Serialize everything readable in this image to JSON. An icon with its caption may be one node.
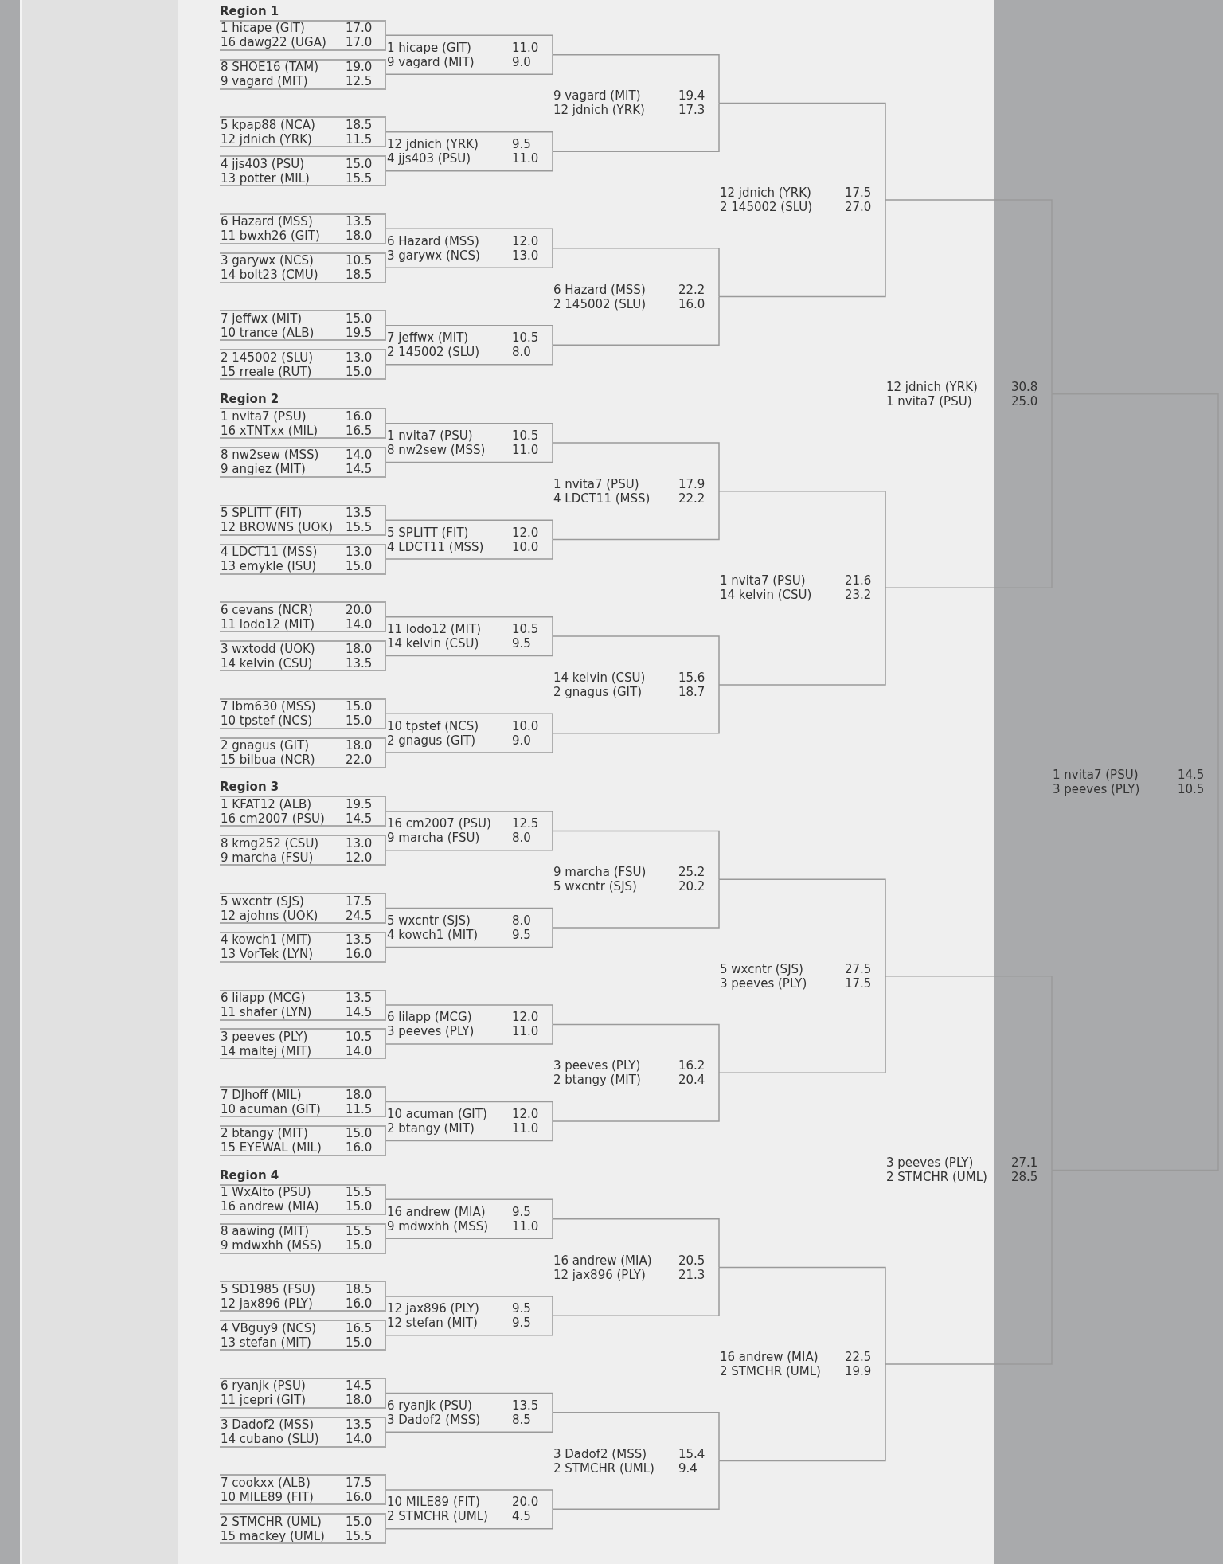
{
  "diagram": {
    "nodes": [
      {
        "text": [
          "1 hicape (GIT)",
          "17.0",
          "16 dawg22 (UGA)",
          "17.0"
        ]
      },
      {
        "text": [
          "8 SHOE16 (TAM)",
          "19.0",
          "9 vagard (MIT)",
          "12.5"
        ]
      },
      {
        "text": [
          "5 kpap88 (NCA)",
          "18.5",
          "12 jdnich (YRK)",
          "11.5"
        ]
      },
      {
        "text": [
          "4 jjs403 (PSU)",
          "15.0",
          "13 potter (MIL)",
          "15.5"
        ]
      },
      {
        "text": [
          "6 Hazard (MSS)",
          "13.5",
          "11 bwxh26 (GIT)",
          "18.0"
        ]
      },
      {
        "text": [
          "3 garywx (NCS)",
          "10.5",
          "14 bolt23 (CMU)",
          "18.5"
        ]
      },
      {
        "text": [
          "7 jeffwx (MIT)",
          "15.0",
          "10 trance (ALB)",
          "19.5"
        ]
      },
      {
        "text": [
          "2 145002 (SLU)",
          "13.0",
          "15 rreale (RUT)",
          "15.0"
        ]
      },
      {
        "text": [
          "1 nvita7 (PSU)",
          "16.0",
          "16 xTNTxx (MIL)",
          "16.5"
        ]
      },
      {
        "text": [
          "8 nw2sew (MSS)",
          "14.0",
          "9 angiez (MIT)",
          "14.5"
        ]
      },
      {
        "text": [
          "5 SPLITT (FIT)",
          "13.5",
          "12 BROWNS (UOK)",
          "15.5"
        ]
      },
      {
        "text": [
          "4 LDCT11 (MSS)",
          "13.0",
          "13 emykle (ISU)",
          "15.0"
        ]
      },
      {
        "text": [
          "6 cevans (NCR)",
          "20.0",
          "11 lodo12 (MIT)",
          "14.0"
        ]
      },
      {
        "text": [
          "3 wxtodd (UOK)",
          "18.0",
          "14 kelvin (CSU)",
          "13.5"
        ]
      },
      {
        "text": [
          "7 lbm630 (MSS)",
          "15.0",
          "10 tpstef (NCS)",
          "15.0"
        ]
      },
      {
        "text": [
          "2 gnagus (GIT)",
          "18.0",
          "15 bilbua (NCR)",
          "22.0"
        ]
      },
      {
        "text": [
          "1 KFAT12 (ALB)",
          "19.5",
          "16 cm2007 (PSU)",
          "14.5"
        ]
      },
      {
        "text": [
          "8 kmg252 (CSU)",
          "13.0",
          "9 marcha (FSU)",
          "12.0"
        ]
      },
      {
        "text": [
          "5 wxcntr (SJS)",
          "17.5",
          "12 ajohns (UOK)",
          "24.5"
        ]
      },
      {
        "text": [
          "4 kowch1 (MIT)",
          "13.5",
          "13 VorTek (LYN)",
          "16.0"
        ]
      },
      {
        "text": [
          "6 lilapp (MCG)",
          "13.5",
          "11 shafer (LYN)",
          "14.5"
        ]
      },
      {
        "text": [
          "3 peeves (PLY)",
          "10.5",
          "14 maltej (MIT)",
          "14.0"
        ]
      },
      {
        "text": [
          "7 DJhoff (MIL)",
          "18.0",
          "10 acuman (GIT)",
          "11.5"
        ]
      },
      {
        "text": [
          "2 btangy (MIT)",
          "15.0",
          "15 EYEWAL (MIL)",
          "16.0"
        ]
      },
      {
        "text": [
          "1 WxAlto (PSU)",
          "15.5",
          "16 andrew (MIA)",
          "15.0"
        ]
      },
      {
        "text": [
          "8 aawing (MIT)",
          "15.5",
          "9 mdwxhh (MSS)",
          "15.0"
        ]
      },
      {
        "text": [
          "5 SD1985 (FSU)",
          "18.5",
          "12 jax896 (PLY)",
          "16.0"
        ]
      },
      {
        "text": [
          "4 VBguy9 (NCS)",
          "16.5",
          "13 stefan (MIT)",
          "15.0"
        ]
      },
      {
        "text": [
          "6 ryanjk (PSU)",
          "14.5",
          "11 jcepri (GIT)",
          "18.0"
        ]
      },
      {
        "text": [
          "3 Dadof2 (MSS)",
          "13.5",
          "14 cubano (SLU)",
          "14.0"
        ]
      },
      {
        "text": [
          "7 cookxx (ALB)",
          "17.5",
          "10 MILE89 (FIT)",
          "16.0"
        ]
      },
      {
        "text": [
          "2 STMCHR (UML)",
          "15.0",
          "15 mackey (UML)",
          "15.5"
        ]
      },
      {
        "text": [
          "1 hicape (GIT)",
          "11.0",
          "9 vagard (MIT)",
          "9.0"
        ]
      },
      {
        "text": [
          "12 jdnich (YRK)",
          "9.5",
          "4 jjs403 (PSU)",
          "11.0"
        ]
      },
      {
        "text": [
          "6 Hazard (MSS)",
          "12.0",
          "3 garywx (NCS)",
          "13.0"
        ]
      },
      {
        "text": [
          "7 jeffwx (MIT)",
          "10.5",
          "2 145002 (SLU)",
          "8.0"
        ]
      },
      {
        "text": [
          "1 nvita7 (PSU)",
          "10.5",
          "8 nw2sew (MSS)",
          "11.0"
        ]
      },
      {
        "text": [
          "5 SPLITT (FIT)",
          "12.0",
          "4 LDCT11 (MSS)",
          "10.0"
        ]
      },
      {
        "text": [
          "11 lodo12 (MIT)",
          "10.5",
          "14 kelvin (CSU)",
          "9.5"
        ]
      },
      {
        "text": [
          "10 tpstef (NCS)",
          "10.0",
          "2 gnagus (GIT)",
          "9.0"
        ]
      },
      {
        "text": [
          "16 cm2007 (PSU)",
          "12.5",
          "9 marcha (FSU)",
          "8.0"
        ]
      },
      {
        "text": [
          "5 wxcntr (SJS)",
          "8.0",
          "4 kowch1 (MIT)",
          "9.5"
        ]
      },
      {
        "text": [
          "6 lilapp (MCG)",
          "12.0",
          "3 peeves (PLY)",
          "11.0"
        ]
      },
      {
        "text": [
          "10 acuman (GIT)",
          "12.0",
          "2 btangy (MIT)",
          "11.0"
        ]
      },
      {
        "text": [
          "16 andrew (MIA)",
          "9.5",
          "9 mdwxhh (MSS)",
          "11.0"
        ]
      },
      {
        "text": [
          "12 jax896 (PLY)",
          "9.5",
          "12 stefan (MIT)",
          "9.5"
        ]
      },
      {
        "text": [
          "6 ryanjk (PSU)",
          "13.5",
          "3 Dadof2 (MSS)",
          "8.5"
        ]
      },
      {
        "text": [
          "10 MILE89 (FIT)",
          "20.0",
          "2 STMCHR (UML)",
          "4.5"
        ]
      },
      {
        "text": [
          "9 vagard (MIT)",
          "19.4",
          "12 jdnich (YRK)",
          "17.3"
        ]
      },
      {
        "text": [
          "6 Hazard (MSS)",
          "22.2",
          "2 145002 (SLU)",
          "16.0"
        ]
      },
      {
        "text": [
          "1 nvita7 (PSU)",
          "17.9",
          "4 LDCT11 (MSS)",
          "22.2"
        ]
      },
      {
        "text": [
          "14 kelvin (CSU)",
          "15.6",
          "2 gnagus (GIT)",
          "18.7"
        ]
      },
      {
        "text": [
          "9 marcha (FSU)",
          "25.2",
          "5 wxcntr (SJS)",
          "20.2"
        ]
      },
      {
        "text": [
          "3 peeves (PLY)",
          "16.2",
          "2 btangy (MIT)",
          "20.4"
        ]
      },
      {
        "text": [
          "16 andrew (MIA)",
          "20.5",
          "12 jax896 (PLY)",
          "21.3"
        ]
      },
      {
        "text": [
          "3 Dadof2 (MSS)",
          "15.4",
          "2 STMCHR (UML)",
          "9.4"
        ]
      },
      {
        "text": [
          "12 jdnich (YRK)",
          "17.5",
          "2 145002 (SLU)",
          "27.0"
        ]
      },
      {
        "text": [
          "1 nvita7 (PSU)",
          "21.6",
          "14 kelvin (CSU)",
          "23.2"
        ]
      },
      {
        "text": [
          "5 wxcntr (SJS)",
          "27.5",
          "3 peeves (PLY)",
          "17.5"
        ]
      },
      {
        "text": [
          "16 andrew (MIA)",
          "22.5",
          "2 STMCHR (UML)",
          "19.9"
        ]
      },
      {
        "text": [
          "12 jdnich (YRK)",
          "30.8",
          "1 nvita7 (PSU)",
          "25.0"
        ]
      },
      {
        "text": [
          "3 peeves (PLY)",
          "27.1",
          "2 STMCHR (UML)",
          "28.5"
        ]
      },
      {
        "text": [
          "1 nvita7 (PSU)",
          "14.5",
          "3 peeves (PLY)",
          "10.5"
        ]
      }
    ],
    "edges": [
      {
        "from": 0,
        "to": 32,
        "arrow": "none"
      },
      {
        "from": 1,
        "to": 32,
        "arrow": "none"
      },
      {
        "from": 2,
        "to": 33,
        "arrow": "none"
      },
      {
        "from": 3,
        "to": 33,
        "arrow": "none"
      },
      {
        "from": 4,
        "to": 34,
        "arrow": "none"
      },
      {
        "from": 5,
        "to": 34,
        "arrow": "none"
      },
      {
        "from": 6,
        "to": 35,
        "arrow": "none"
      },
      {
        "from": 7,
        "to": 35,
        "arrow": "none"
      },
      {
        "from": 8,
        "to": 36,
        "arrow": "none"
      },
      {
        "from": 9,
        "to": 36,
        "arrow": "none"
      },
      {
        "from": 10,
        "to": 37,
        "arrow": "none"
      },
      {
        "from": 11,
        "to": 37,
        "arrow": "none"
      },
      {
        "from": 12,
        "to": 38,
        "arrow": "none"
      },
      {
        "from": 13,
        "to": 38,
        "arrow": "none"
      },
      {
        "from": 14,
        "to": 39,
        "arrow": "none"
      },
      {
        "from": 15,
        "to": 39,
        "arrow": "none"
      },
      {
        "from": 16,
        "to": 40,
        "arrow": "none"
      },
      {
        "from": 17,
        "to": 40,
        "arrow": "none"
      },
      {
        "from": 18,
        "to": 41,
        "arrow": "none"
      },
      {
        "from": 19,
        "to": 41,
        "arrow": "none"
      },
      {
        "from": 20,
        "to": 42,
        "arrow": "none"
      },
      {
        "from": 21,
        "to": 42,
        "arrow": "none"
      },
      {
        "from": 22,
        "to": 43,
        "arrow": "none"
      },
      {
        "from": 23,
        "to": 43,
        "arrow": "none"
      },
      {
        "from": 24,
        "to": 44,
        "arrow": "none"
      },
      {
        "from": 25,
        "to": 44,
        "arrow": "none"
      },
      {
        "from": 26,
        "to": 45,
        "arrow": "none"
      },
      {
        "from": 27,
        "to": 45,
        "arrow": "none"
      },
      {
        "from": 28,
        "to": 46,
        "arrow": "none"
      },
      {
        "from": 29,
        "to": 46,
        "arrow": "none"
      },
      {
        "from": 30,
        "to": 47,
        "arrow": "none"
      },
      {
        "from": 31,
        "to": 47,
        "arrow": "none"
      },
      {
        "from": 32,
        "to": 48,
        "arrow": "none"
      },
      {
        "from": 33,
        "to": 48,
        "arrow": "none"
      },
      {
        "from": 34,
        "to": 49,
        "arrow": "none"
      },
      {
        "from": 35,
        "to": 49,
        "arrow": "none"
      },
      {
        "from": 36,
        "to": 50,
        "arrow": "none"
      },
      {
        "from": 37,
        "to": 50,
        "arrow": "none"
      },
      {
        "from": 38,
        "to": 51,
        "arrow": "none"
      },
      {
        "from": 39,
        "to": 51,
        "arrow": "none"
      },
      {
        "from": 40,
        "to": 52,
        "arrow": "none"
      },
      {
        "from": 41,
        "to": 52,
        "arrow": "none"
      },
      {
        "from": 42,
        "to": 53,
        "arrow": "none"
      },
      {
        "from": 43,
        "to": 53,
        "arrow": "none"
      },
      {
        "from": 44,
        "to": 54,
        "arrow": "none"
      },
      {
        "from": 45,
        "to": 54,
        "arrow": "none"
      },
      {
        "from": 46,
        "to": 55,
        "arrow": "none"
      },
      {
        "from": 47,
        "to": 55,
        "arrow": "none"
      },
      {
        "from": 48,
        "to": 56,
        "arrow": "none"
      },
      {
        "from": 49,
        "to": 56,
        "arrow": "none"
      },
      {
        "from": 50,
        "to": 57,
        "arrow": "none"
      },
      {
        "from": 51,
        "to": 57,
        "arrow": "none"
      },
      {
        "from": 52,
        "to": 58,
        "arrow": "none"
      },
      {
        "from": 53,
        "to": 58,
        "arrow": "none"
      },
      {
        "from": 54,
        "to": 59,
        "arrow": "none"
      },
      {
        "from": 55,
        "to": 59,
        "arrow": "none"
      },
      {
        "from": 56,
        "to": 60,
        "arrow": "none"
      },
      {
        "from": 57,
        "to": 60,
        "arrow": "none"
      },
      {
        "from": 58,
        "to": 61,
        "arrow": "none"
      },
      {
        "from": 59,
        "to": 61,
        "arrow": "none"
      },
      {
        "from": 60,
        "to": 62,
        "arrow": "none"
      },
      {
        "from": 61,
        "to": 62,
        "arrow": "none"
      }
    ],
    "labels": [
      "Region 1",
      "Region 2",
      "Region 3",
      "Region 4"
    ]
  }
}
